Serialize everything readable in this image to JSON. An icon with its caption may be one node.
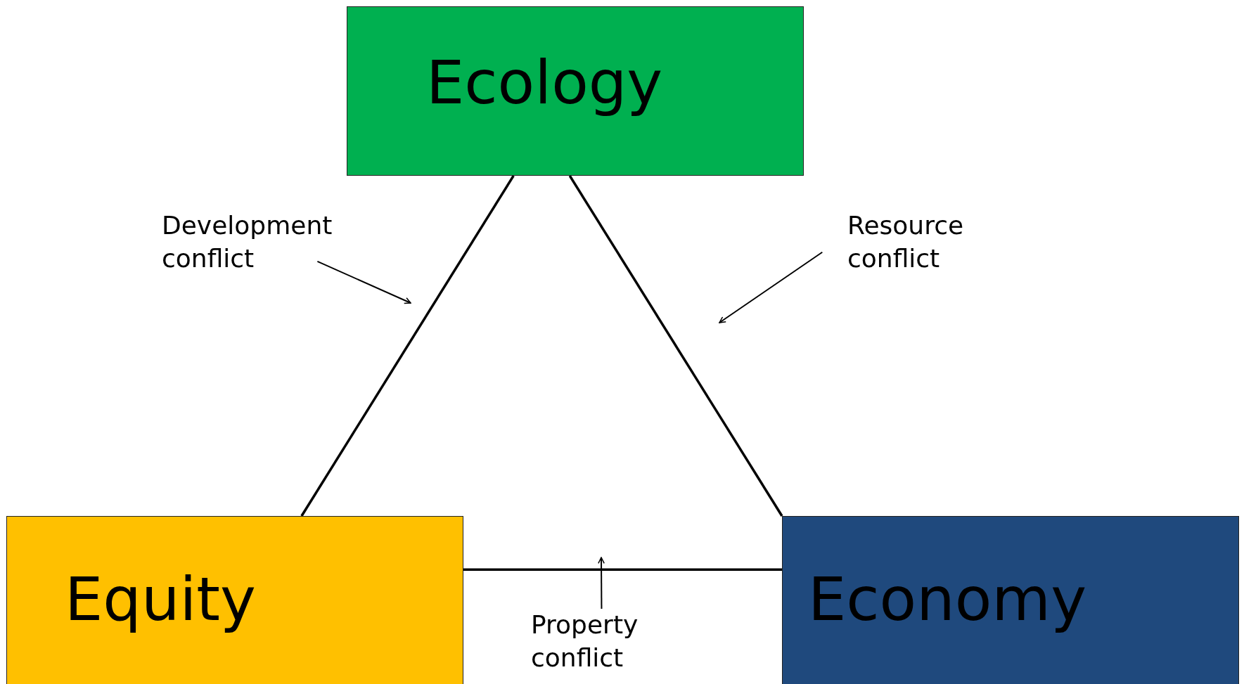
{
  "diagram": {
    "nodes": [
      {
        "text": [
          "Ecology"
        ]
      },
      {
        "text": [
          "Equity"
        ]
      },
      {
        "text": [
          "Economy"
        ]
      },
      {
        "text": [
          "Development conflict"
        ]
      },
      {
        "text": [
          "Resource conflict"
        ]
      },
      {
        "text": [
          "Property conflict"
        ]
      }
    ],
    "edges": [
      {
        "from": 0,
        "to": 1,
        "arrow": "none"
      },
      {
        "from": 0,
        "to": 2,
        "arrow": "none"
      },
      {
        "from": 1,
        "to": 2,
        "arrow": "none"
      },
      {
        "from": 3,
        "to": null,
        "arrow": "to"
      },
      {
        "from": 4,
        "to": null,
        "arrow": "to"
      },
      {
        "from": 5,
        "to": null,
        "arrow": "to"
      }
    ]
  }
}
